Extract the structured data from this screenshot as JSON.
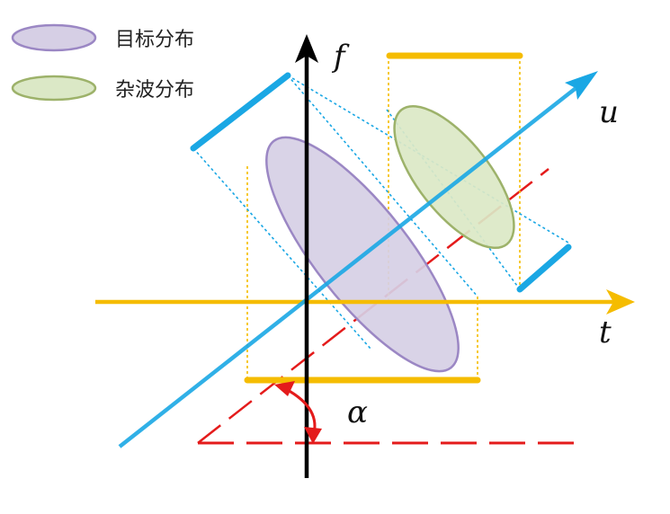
{
  "legend": {
    "target_label": "目标分布",
    "clutter_label": "杂波分布"
  },
  "axes": {
    "frequency_label": "f",
    "time_label": "t",
    "rotated_label": "u"
  },
  "angle_label": "α",
  "colors": {
    "target_fill": "#d6cfe5",
    "target_stroke": "#9b87c4",
    "clutter_fill": "#dbe8c6",
    "clutter_stroke": "#9db26a",
    "time_axis": "#f5bc00",
    "u_axis": "#1aa7e4",
    "angle_lines": "#e41b1b",
    "frequency_axis": "#000000"
  }
}
